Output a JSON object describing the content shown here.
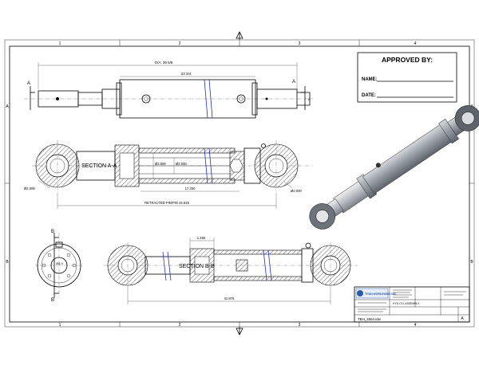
{
  "zone_columns": [
    "1",
    "2",
    "3",
    "4"
  ],
  "zone_rows": [
    "A",
    "B"
  ],
  "approval": {
    "title": "APPROVED BY:",
    "name_label": "NAME:",
    "date_label": "DATE:"
  },
  "views": {
    "top_view": {
      "overall_dim": "O/A: 39 5/8",
      "body_dim": "23 3/4",
      "section_letter_left": "A",
      "section_letter_right": "A"
    },
    "section_a": {
      "label": "SECTION A-A",
      "bore_dim": "Ø3.500",
      "rod_dim": "Ø2.000",
      "stroke_dim": "17.250",
      "pin_left_dim": "Ø2.000",
      "pin_right_dim": "Ø2.000",
      "retracted_dim": "RETRACTED PIN/PIN 34.625"
    },
    "end_view": {
      "letter_top": "B",
      "letter_bottom": "B",
      "port_dim": "Ø4.0"
    },
    "section_b": {
      "label": "SECTION B-B",
      "top_dim": "1.250",
      "bottom_dim": "31.875"
    }
  },
  "title_block": {
    "company": "TITAN WORLDWIDE INC.",
    "part_title": "HYD CYL ASSEMBLY",
    "drawing_file": "TBH_4564.idw",
    "size_letter": "A"
  },
  "colors": {
    "line": "#000000",
    "dimension_blue": "#1f2bd6",
    "part_gray": "#9aa0a8",
    "logo_blue": "#2a5aa8"
  }
}
